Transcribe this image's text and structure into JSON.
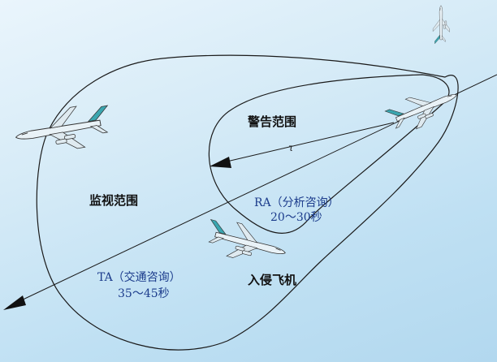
{
  "labels": {
    "warning_range": "警告范围",
    "surveillance_range": "监视范围",
    "intruder": "入侵飞机",
    "tau": "τ",
    "ra_title": "RA（分析咨询）",
    "ra_time": "20～30秒",
    "ta_title": "TA（交通咨询）",
    "ta_time": "35～45秒"
  },
  "colors": {
    "boundary": "#1a1a1a",
    "blue_text": "#1c3c8c",
    "plane_body": "#e9f2f7",
    "plane_accent": "#3aa6b0"
  }
}
